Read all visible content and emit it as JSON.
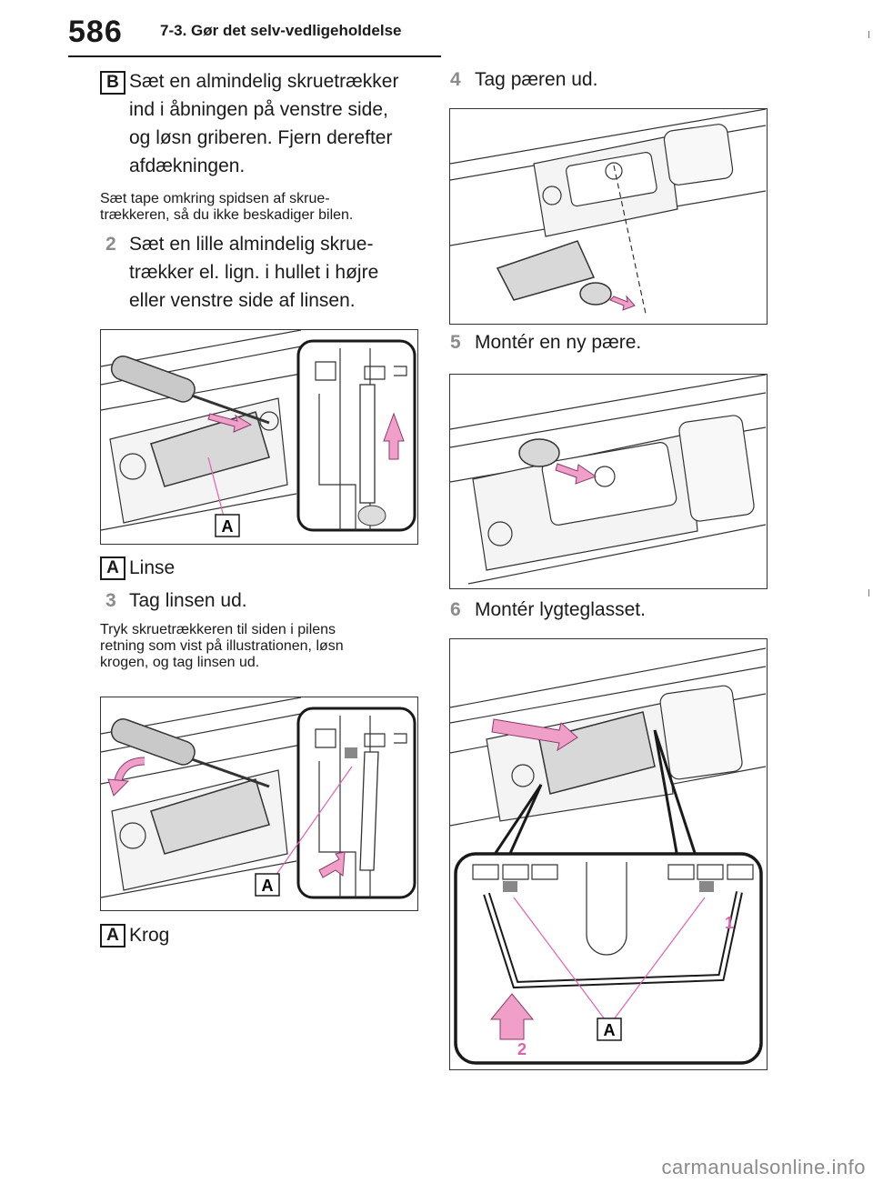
{
  "header": {
    "page_number": "586",
    "section_title": "7-3. Gør det selv-vedligeholdelse"
  },
  "left": {
    "b_label": "B",
    "b_text": [
      "Sæt en almindelig skruetrækker",
      "ind i åbningen på venstre side,",
      "og løsn griberen. Fjern derefter",
      "afdækningen."
    ],
    "b_note": [
      "Sæt tape omkring spidsen af skrue-",
      "trækkeren, så du ikke beskadiger bilen."
    ],
    "step2_num": "2",
    "step2_text": [
      "Sæt en lille almindelig skrue-",
      "trækker el. lign. i hullet i højre",
      "eller venstre side af linsen."
    ],
    "fig1_label": "A",
    "legend1_key": "A",
    "legend1_text": "Linse",
    "step3_num": "3",
    "step3_text": "Tag linsen ud.",
    "step3_note": [
      "Tryk skruetrækkeren til siden i pilens",
      "retning som vist på illustrationen, løsn",
      "krogen, og tag linsen ud."
    ],
    "fig2_label": "A",
    "legend2_key": "A",
    "legend2_text": "Krog"
  },
  "right": {
    "step4_num": "4",
    "step4_text": "Tag pæren ud.",
    "step5_num": "5",
    "step5_text": "Montér en ny pære.",
    "step6_num": "6",
    "step6_text": "Montér lygteglasset.",
    "fig5_label": "A",
    "fig5_num1": "1",
    "fig5_num2": "2"
  },
  "watermark": "carmanualsonline.info",
  "colors": {
    "arrow": "#f0a0c8",
    "arrow_stroke": "#8a3a6a",
    "leader": "#e060b0",
    "lens": "#d8d8d8"
  }
}
